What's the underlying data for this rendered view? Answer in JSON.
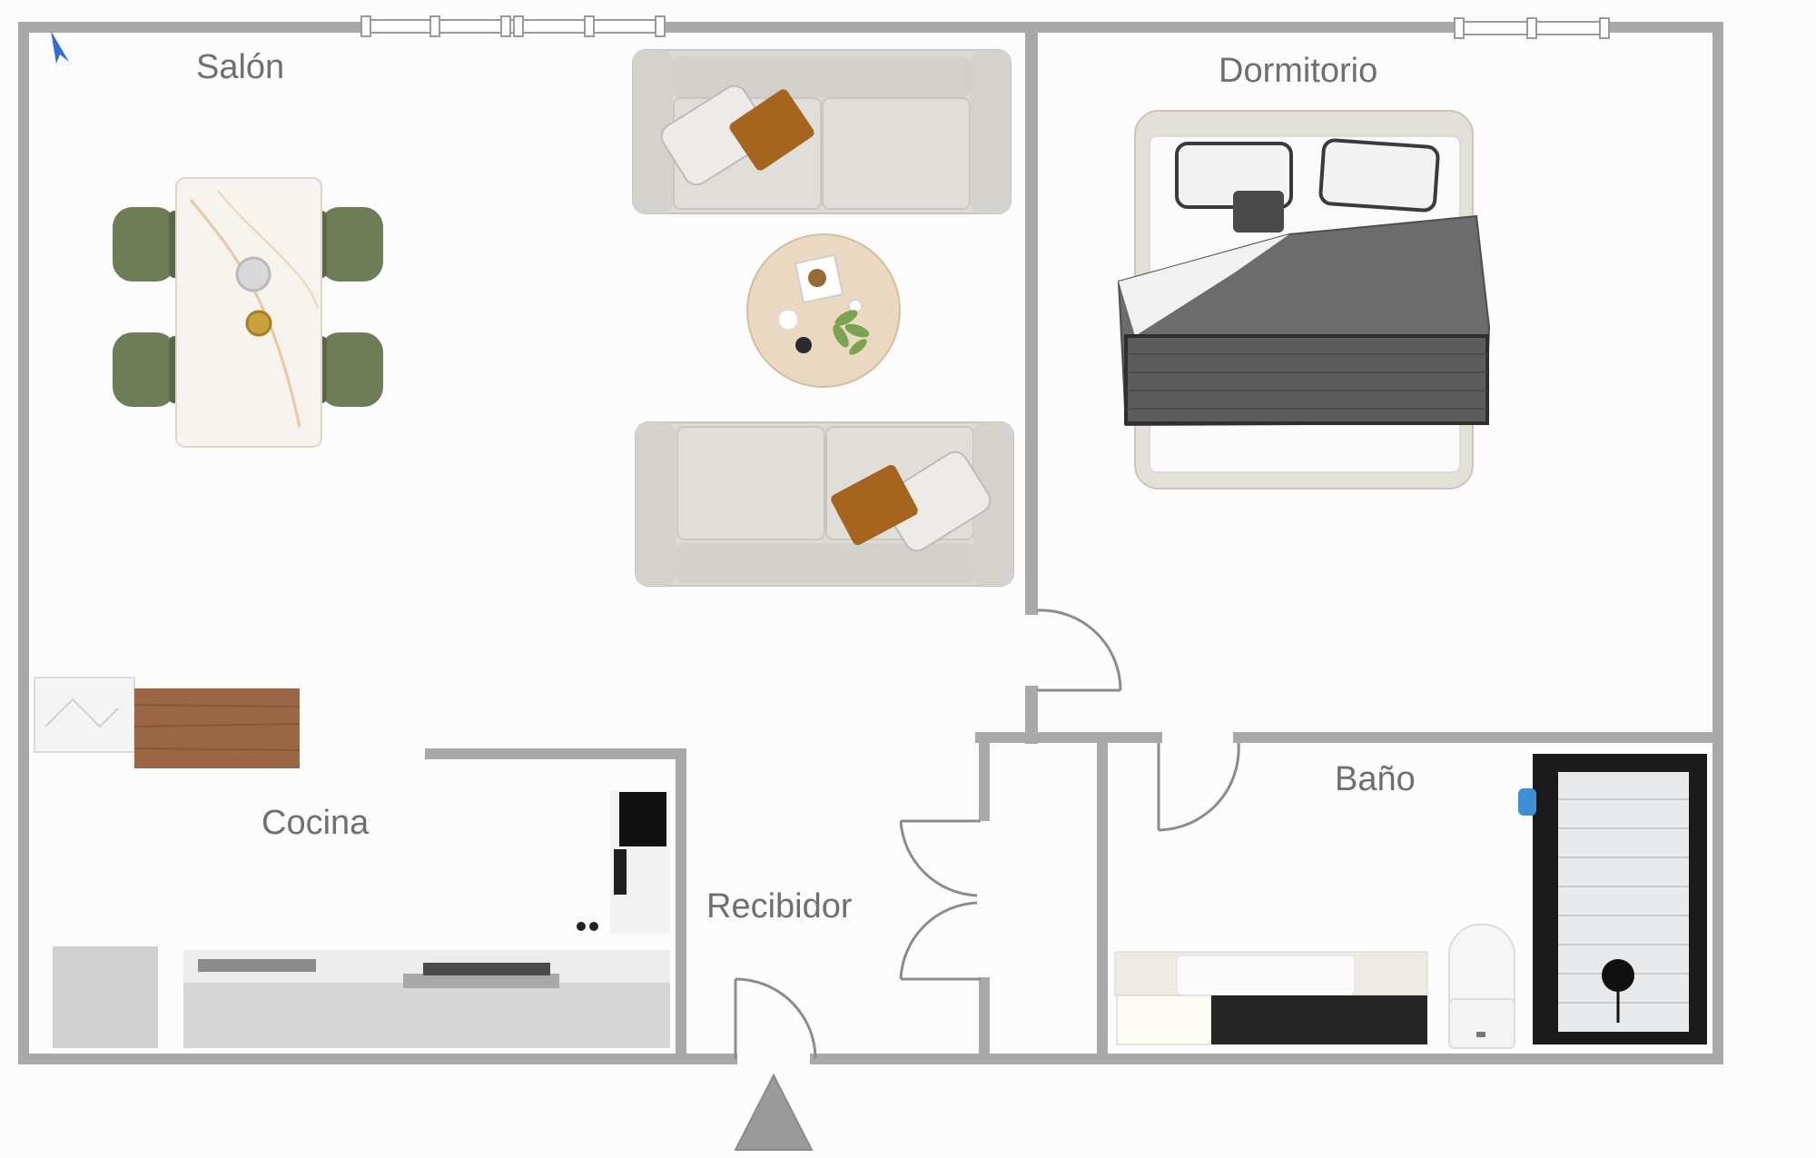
{
  "plan": {
    "rooms": [
      {
        "id": "salon",
        "label": "Salón"
      },
      {
        "id": "dormitorio",
        "label": "Dormitorio"
      },
      {
        "id": "cocina",
        "label": "Cocina"
      },
      {
        "id": "recibidor",
        "label": "Recibidor"
      },
      {
        "id": "bano",
        "label": "Baño"
      }
    ],
    "entrance_marker": "triangle-entrance-icon",
    "colors": {
      "wall": "#a9a9a9",
      "floor": "#fcfcfc",
      "sofa": "#dcdad5",
      "cushion_brown": "#a5651f",
      "chair_green": "#6f7d56",
      "bedspread": "#6c6c6c",
      "wood": "#9a6644",
      "coffee_table": "#ead8c0",
      "shower_frame": "#1a1a1a",
      "entrance_triangle": "#9a9a9a"
    }
  }
}
